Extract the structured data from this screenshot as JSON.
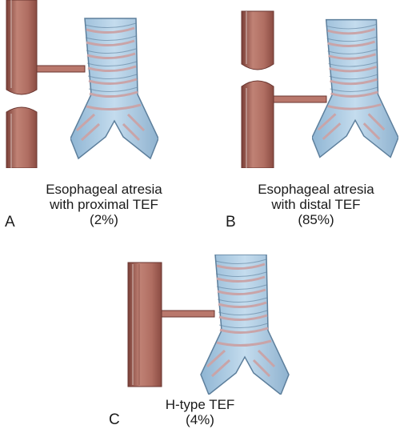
{
  "panels": [
    {
      "letter": "A",
      "caption_lines": [
        "Esophageal atresia",
        "with proximal TEF",
        "(2%)"
      ]
    },
    {
      "letter": "B",
      "caption_lines": [
        "Esophageal atresia",
        "with distal TEF",
        "(85%)"
      ]
    },
    {
      "letter": "C",
      "caption_lines": [
        "H-type TEF",
        "(4%)"
      ]
    }
  ],
  "colors": {
    "esophagus": "#b9786c",
    "esophagus_dark": "#8d4f45",
    "trachea": "#aacbe2",
    "trachea_ring": "#c9a4a8",
    "trachea_outline": "#5d7f9c"
  }
}
